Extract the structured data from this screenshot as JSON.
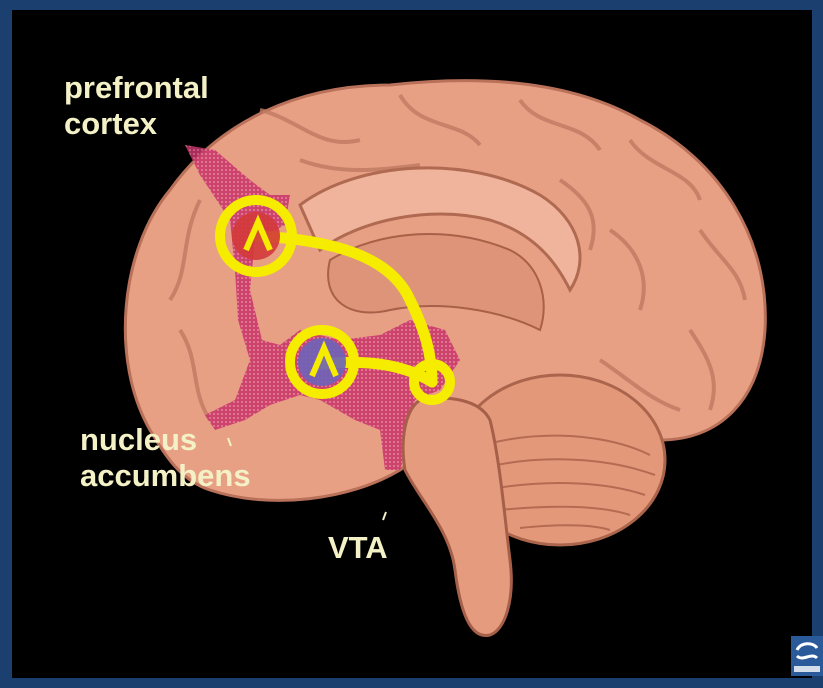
{
  "labels": {
    "prefrontal_line1": "prefrontal",
    "prefrontal_line2": "cortex",
    "nucleus_line1": "nucleus",
    "nucleus_line2": "accumbens",
    "vta": "VTA"
  },
  "colors": {
    "frame": "#1b3f6e",
    "background": "#000000",
    "brain": "#e8a085",
    "pathway": "#f5ec00",
    "pathway_region": "#c9336a",
    "label_text": "#f4f1c6"
  },
  "icons": {
    "logo": "publisher-logo-icon"
  }
}
